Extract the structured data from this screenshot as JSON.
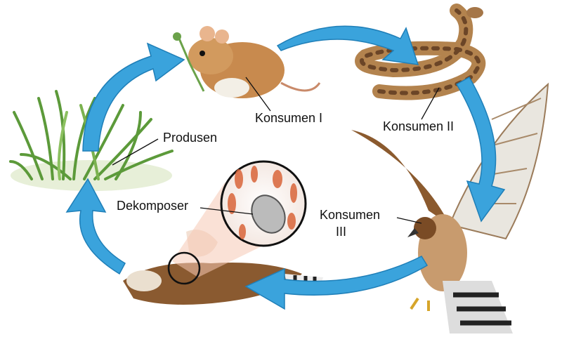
{
  "labels": {
    "produsen": "Produsen",
    "konsumen1": "Konsumen I",
    "konsumen2": "Konsumen II",
    "konsumen3_line1": "Konsumen",
    "konsumen3_line2": "III",
    "dekomposer": "Dekomposer"
  },
  "colors": {
    "arrow": "#3aa3dc",
    "arrow_dark": "#1f7fb8"
  }
}
